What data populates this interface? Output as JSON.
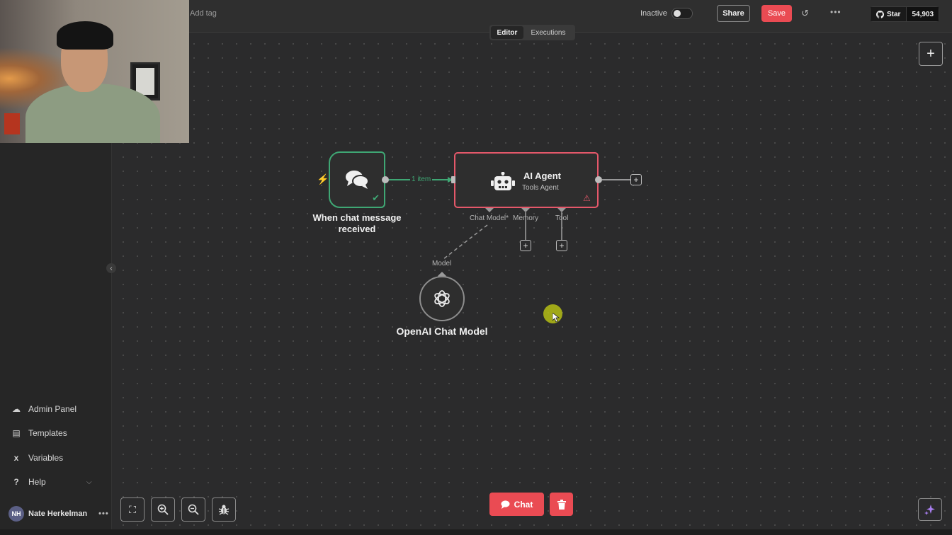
{
  "header": {
    "add_tag": "Add tag",
    "status_label": "Inactive",
    "share_label": "Share",
    "save_label": "Save",
    "github_star": "Star",
    "github_count": "54,903"
  },
  "tabs": [
    {
      "label": "Editor",
      "active": true
    },
    {
      "label": "Executions",
      "active": false
    }
  ],
  "canvas": {
    "trigger_node": {
      "label": "When chat message received",
      "line1": "When chat message",
      "line2": "received"
    },
    "connection_label": "1 item",
    "agent_node": {
      "title": "AI Agent",
      "subtitle": "Tools Agent"
    },
    "agent_inputs": [
      "Chat Model*",
      "Memory",
      "Tool"
    ],
    "model_input_label": "Model",
    "model_node": {
      "label": "OpenAI Chat Model"
    }
  },
  "sidebar": {
    "items": [
      {
        "label": "Admin Panel",
        "icon": "cloud-icon"
      },
      {
        "label": "Templates",
        "icon": "templates-icon"
      },
      {
        "label": "Variables",
        "icon": "variables-icon"
      },
      {
        "label": "Help",
        "icon": "help-icon"
      }
    ],
    "user": {
      "initials": "NH",
      "name": "Nate Herkelman"
    }
  },
  "bottom": {
    "chat_label": "Chat"
  },
  "colors": {
    "accent": "#ea4b53",
    "success": "#3fa774",
    "error": "#e5586a",
    "canvas_bg": "#2b2b2c"
  }
}
